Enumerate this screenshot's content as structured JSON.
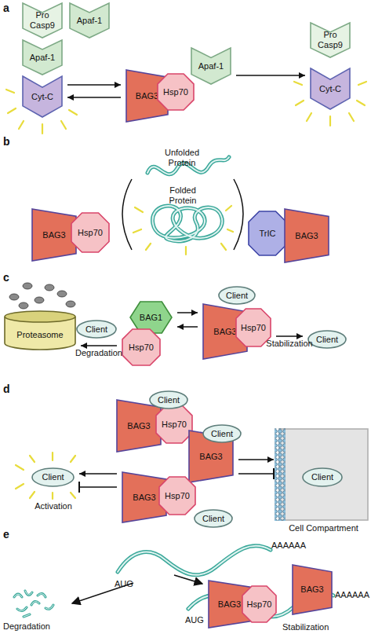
{
  "diagram": {
    "nodes": [
      {
        "text": [
          "Pro Casp9"
        ]
      },
      {
        "text": [
          "Apaf-1"
        ]
      },
      {
        "text": [
          "Apaf-1"
        ]
      },
      {
        "text": [
          "Cyt-C"
        ]
      },
      {
        "text": [
          "BAG3"
        ]
      },
      {
        "text": [
          "Hsp70"
        ]
      },
      {
        "text": [
          "Apaf-1"
        ]
      },
      {
        "text": [
          "Pro Casp9"
        ]
      },
      {
        "text": [
          "Cyt-C"
        ]
      },
      {
        "text": [
          "BAG3"
        ]
      },
      {
        "text": [
          "Hsp70"
        ]
      },
      {
        "text": [
          "TrIC"
        ]
      },
      {
        "text": [
          "BAG3"
        ]
      },
      {
        "text": [
          "Proteasome"
        ]
      },
      {
        "text": [
          "Client"
        ]
      },
      {
        "text": [
          "BAG1"
        ]
      },
      {
        "text": [
          "Hsp70"
        ]
      },
      {
        "text": [
          "Client"
        ]
      },
      {
        "text": [
          "BAG3"
        ]
      },
      {
        "text": [
          "Hsp70"
        ]
      },
      {
        "text": [
          "Client"
        ]
      },
      {
        "text": [
          "Client"
        ]
      },
      {
        "text": [
          "BAG3"
        ]
      },
      {
        "text": [
          "Hsp70"
        ]
      },
      {
        "text": [
          "Client"
        ]
      },
      {
        "text": [
          "BAG3"
        ]
      },
      {
        "text": [
          "BAG3"
        ]
      },
      {
        "text": [
          "Hsp70"
        ]
      },
      {
        "text": [
          "Client"
        ]
      },
      {
        "text": [
          "Client"
        ]
      },
      {
        "text": [
          "Cell Compartment"
        ]
      },
      {
        "text": [
          "Client"
        ],
        "in": 30
      },
      {
        "text": [
          "BAG3"
        ]
      },
      {
        "text": [
          "Hsp70"
        ]
      },
      {
        "text": [
          "BAG3"
        ]
      }
    ],
    "edges": [
      {
        "from": 3,
        "to": 4,
        "arrow": "to"
      },
      {
        "from": 4,
        "to": 3,
        "arrow": "to"
      },
      {
        "from": 6,
        "to": 8,
        "arrow": "to"
      },
      {
        "from": 15,
        "to": 18,
        "arrow": "to"
      },
      {
        "from": 18,
        "to": 15,
        "arrow": "to"
      },
      {
        "from": 16,
        "to": 13,
        "arrow": "to",
        "label": "Degradation"
      },
      {
        "from": 19,
        "to": 20,
        "arrow": "to",
        "label": "Stabilization"
      },
      {
        "from": 26,
        "to": 29,
        "arrow": "to"
      },
      {
        "from": 26,
        "to": 29,
        "arrow": "none"
      },
      {
        "from": 25,
        "to": 30,
        "arrow": "to"
      },
      {
        "from": 25,
        "to": 30,
        "arrow": "none"
      }
    ],
    "labels": [
      "a",
      "b",
      "Unfolded Protein",
      "Folded Protein",
      "c",
      "d",
      "Activation",
      "e",
      "AUG",
      "AAAAAA",
      "Degradation",
      "AUG",
      "AAAAAA",
      "Stabilization"
    ]
  }
}
